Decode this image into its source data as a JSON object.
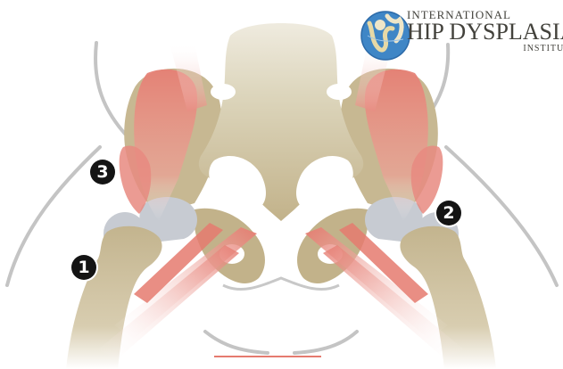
{
  "logo": {
    "line1": "INTERNATIONAL",
    "line2": "HIP DYSPLASIA",
    "line3": "INSTITUTE"
  },
  "markers": [
    {
      "label": "1"
    },
    {
      "label": "2"
    },
    {
      "label": "3"
    }
  ],
  "colors": {
    "bone": "#c3b48e",
    "bone_light": "#e6e0cc",
    "cartilage": "#c8ccd2",
    "muscle": "#e88a80",
    "outline": "#c8c8c8",
    "marker": "#141414"
  }
}
